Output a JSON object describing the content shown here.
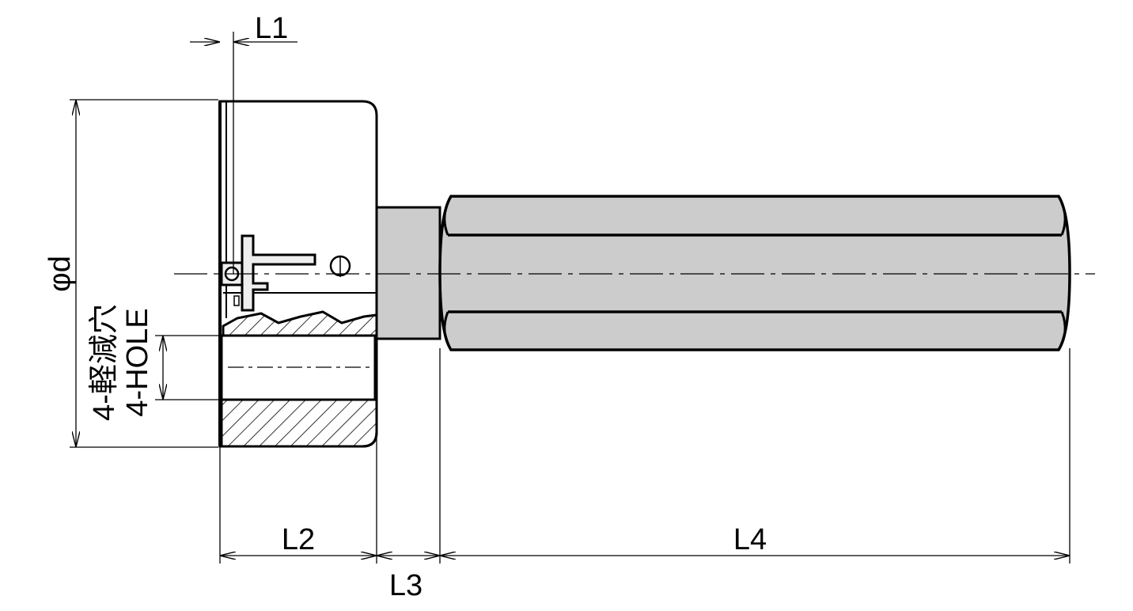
{
  "labels": {
    "l1": "L1",
    "l2": "L2",
    "l3": "L3",
    "l4": "L4",
    "phi_d": "φd",
    "hole_jp": "4-軽減穴",
    "hole_en": "4-HOLE"
  },
  "colors": {
    "line": "#000000",
    "hub_fill": "#eeeeee",
    "shaft_fill": "#cccccc",
    "background": "#ffffff"
  }
}
